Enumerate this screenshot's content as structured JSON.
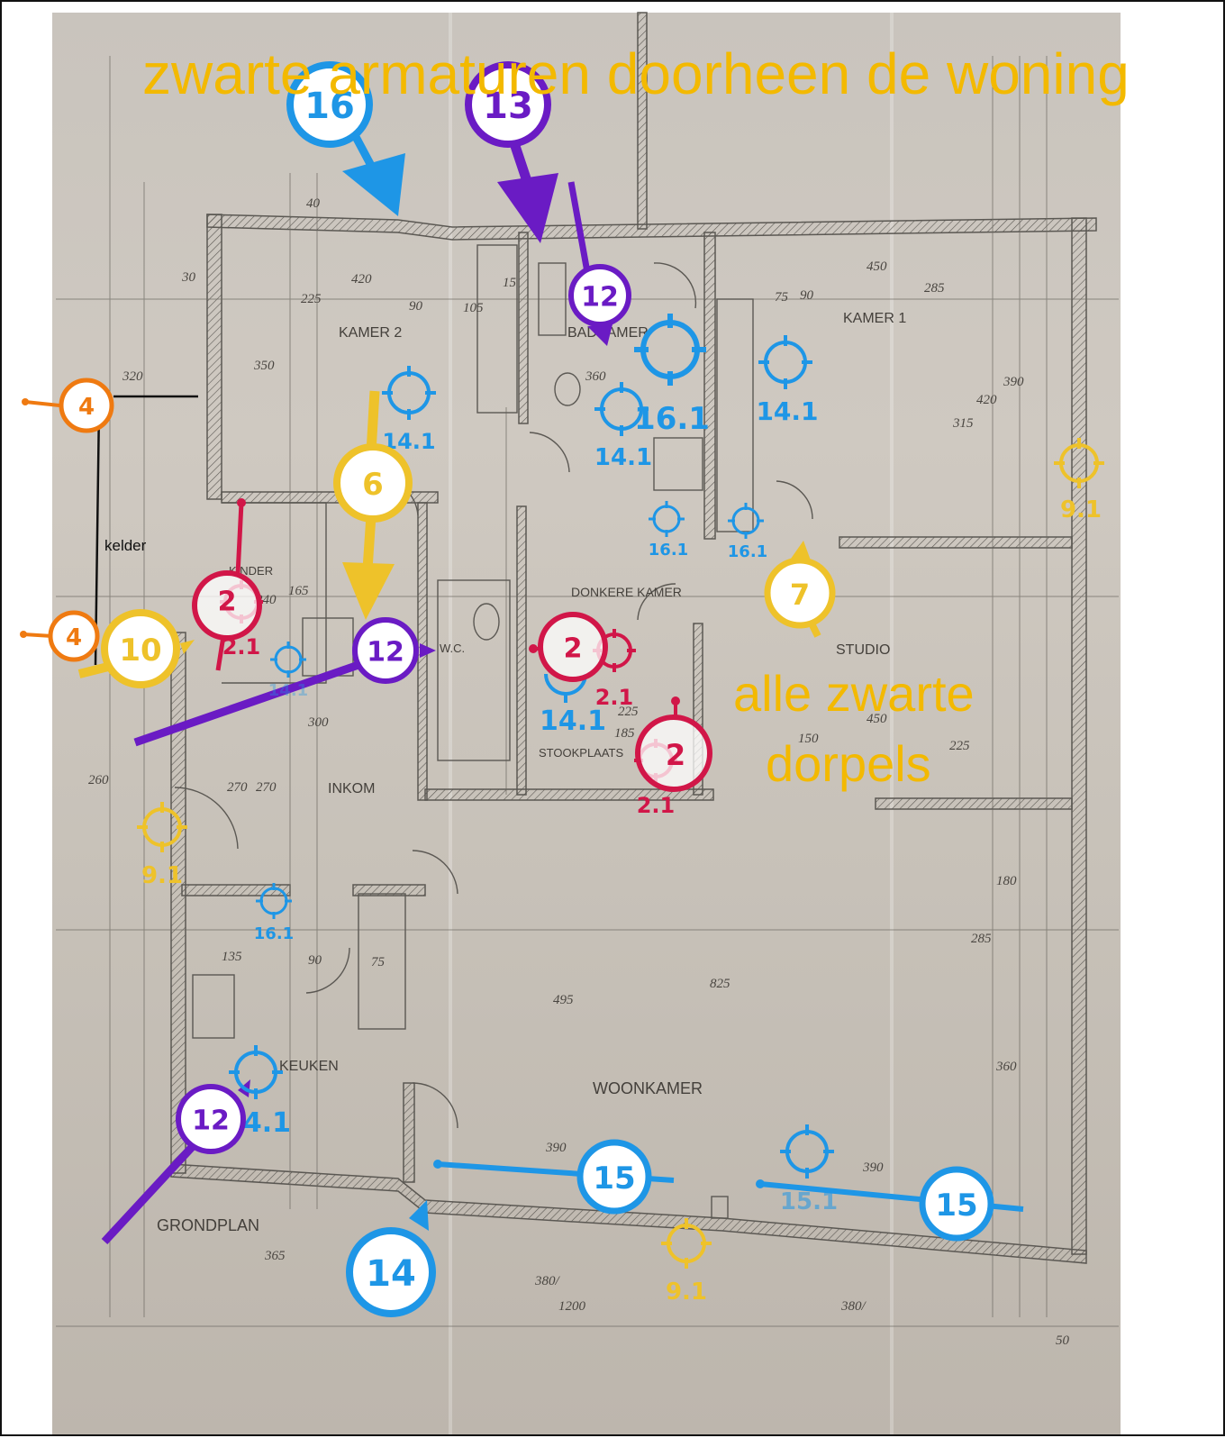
{
  "captions": {
    "fixtures": "zwarte armaturen doorheen de woning",
    "thresholds_line1": "alle zwarte",
    "thresholds_line2": "dorpels"
  },
  "cellar_label": "kelder",
  "rooms": {
    "kamer2": "KAMER 2",
    "kamer1": "KAMER 1",
    "badkamer": "BADKAMER",
    "donkere_kamer": "DONKERE KAMER",
    "wc": "W.C.",
    "studio": "STUDIO",
    "stookplaats": "STOOKPLAATS",
    "inkom": "INKOM",
    "keuken": "KEUKEN",
    "woonkamer": "WOONKAMER",
    "grondplan": "GRONDPLAN",
    "kinder": "KINDER"
  },
  "dimensions": {
    "d420": "420",
    "d225": "225",
    "d90a": "90",
    "d105": "105",
    "d15a": "15",
    "d450": "450",
    "d75a": "75",
    "d90b": "90",
    "d285a": "285",
    "d360a": "360",
    "d390a": "390",
    "d420b": "420",
    "d315": "315",
    "d300": "300",
    "d270a": "270",
    "d270b": "270",
    "d825": "825",
    "d495": "495",
    "d225b": "225",
    "d185": "185",
    "d450b": "450",
    "d225c": "225",
    "d150": "150",
    "d180": "180",
    "d285b": "285",
    "d360b": "360",
    "d390b": "390",
    "d390c": "390",
    "d380a": "380/",
    "d1200": "1200",
    "d380b": "380/",
    "d365": "365",
    "d50": "50",
    "d30": "30",
    "d135": "135",
    "d75b": "75",
    "d90c": "90",
    "d260": "260",
    "d240": "240",
    "d165": "165",
    "d320": "320",
    "d350": "350",
    "d40": "40"
  },
  "markers": {
    "m16": "16",
    "m13": "13",
    "m12a": "12",
    "m12b": "12",
    "m12c": "12",
    "m4a": "4",
    "m4b": "4",
    "m6": "6",
    "m7": "7",
    "m10": "10",
    "m2a": "2",
    "m2b": "2",
    "m2c": "2",
    "m14": "14",
    "m15a": "15",
    "m15b": "15"
  },
  "targets": {
    "t14_1a": "14.1",
    "t16_1a": "16.1",
    "t14_1b": "14.1",
    "t14_1c": "14.1",
    "t9_1a": "9.1",
    "t16_1b": "16.1",
    "t16_1c": "16.1",
    "t2_1a": "2.1",
    "t2_1b": "2.1",
    "t2_1c": "2.1",
    "t14_1d": "14.1",
    "t14_1e": "14.1",
    "t16_1d": "16.1",
    "t9_1b": "9.1",
    "t14_1f": "14.1",
    "t15_1": "15.1",
    "t9_1c": "9.1"
  },
  "colors": {
    "blue": "#1e96e6",
    "purple": "#6a1bc4",
    "yellow": "#eec22a",
    "caption_yellow": "#f3b900",
    "red": "#d11648",
    "orange": "#ef7a11",
    "pencil": "#5b5853"
  }
}
